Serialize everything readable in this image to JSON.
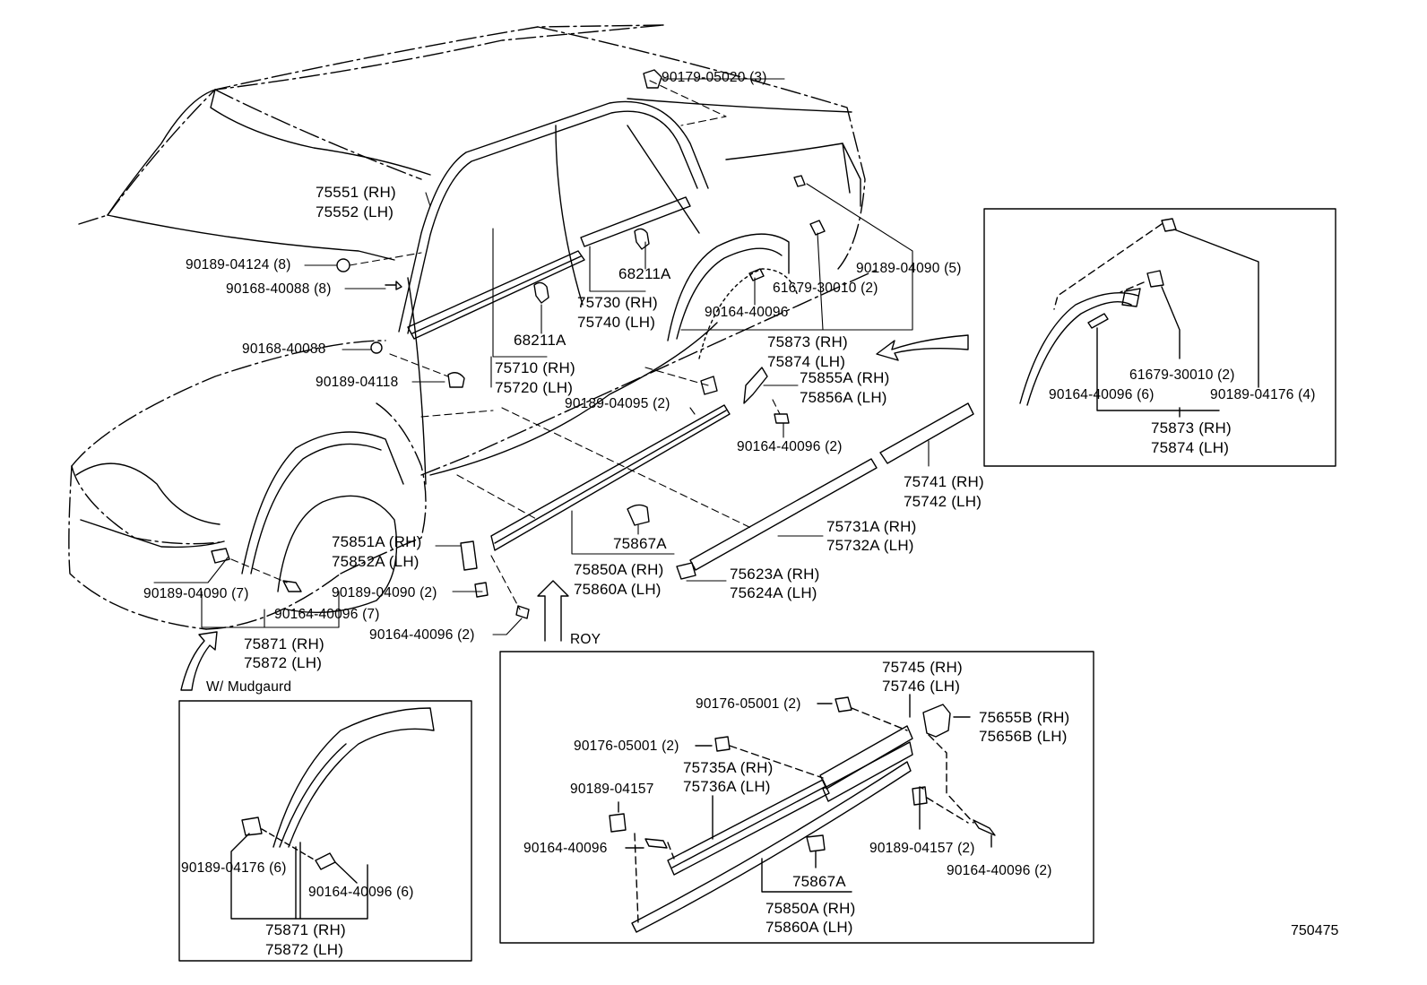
{
  "diagram_id": "750475",
  "note_roy": "ROY",
  "note_mudguard": "W/ Mudgaurd",
  "main_labels": {
    "p90179": "90179-05020 (3)",
    "p75551": "75551 (RH)",
    "p75552": "75552 (LH)",
    "p90189_04124": "90189-04124 (8)",
    "p90168_40088_8": "90168-40088 (8)",
    "p90168_40088": "90168-40088",
    "p90189_04118": "90189-04118",
    "p68211A_a": "68211A",
    "p68211A_b": "68211A",
    "p75730": "75730 (RH)",
    "p75740": "75740 (LH)",
    "p75710": "75710 (RH)",
    "p75720": "75720 (LH)",
    "p90189_04090_5": "90189-04090 (5)",
    "p61679": "61679-30010 (2)",
    "p90164_40096": "90164-40096",
    "p75873": "75873 (RH)",
    "p75874": "75874 (LH)",
    "p75855A": "75855A (RH)",
    "p75856A": "75856A (LH)",
    "p90189_04095": "90189-04095 (2)",
    "p90164_40096_2a": "90164-40096 (2)",
    "p75741": "75741 (RH)",
    "p75742": "75742 (LH)",
    "p75731A": "75731A (RH)",
    "p75732A": "75732A (LH)",
    "p75867A": "75867A",
    "p75850A": "75850A (RH)",
    "p75860A": "75860A (LH)",
    "p75623A": "75623A (RH)",
    "p75624A": "75624A (LH)",
    "p75851A": "75851A (RH)",
    "p75852A": "75852A (LH)",
    "p90189_04090_7": "90189-04090 (7)",
    "p90189_04090_2": "90189-04090 (2)",
    "p90164_40096_7": "90164-40096 (7)",
    "p90164_40096_2b": "90164-40096 (2)",
    "p75871": "75871 (RH)",
    "p75872": "75872 (LH)"
  },
  "inset_right": {
    "p61679": "61679-30010 (2)",
    "p90164": "90164-40096 (6)",
    "p90189": "90189-04176 (4)",
    "p75873": "75873 (RH)",
    "p75874": "75874 (LH)"
  },
  "inset_left": {
    "p90189": "90189-04176 (6)",
    "p90164": "90164-40096 (6)",
    "p75871": "75871 (RH)",
    "p75872": "75872 (LH)"
  },
  "inset_bottom": {
    "p75745": "75745 (RH)",
    "p75746": "75746 (LH)",
    "p90176_a": "90176-05001 (2)",
    "p90176_b": "90176-05001 (2)",
    "p75655B": "75655B (RH)",
    "p75656B": "75656B (LH)",
    "p75735A": "75735A (RH)",
    "p75736A": "75736A (LH)",
    "p90189_04157": "90189-04157",
    "p90164_40096": "90164-40096",
    "p90189_04157_2": "90189-04157 (2)",
    "p90164_40096_2": "90164-40096 (2)",
    "p75867A": "75867A",
    "p75850A": "75850A (RH)",
    "p75860A": "75860A (LH)"
  }
}
